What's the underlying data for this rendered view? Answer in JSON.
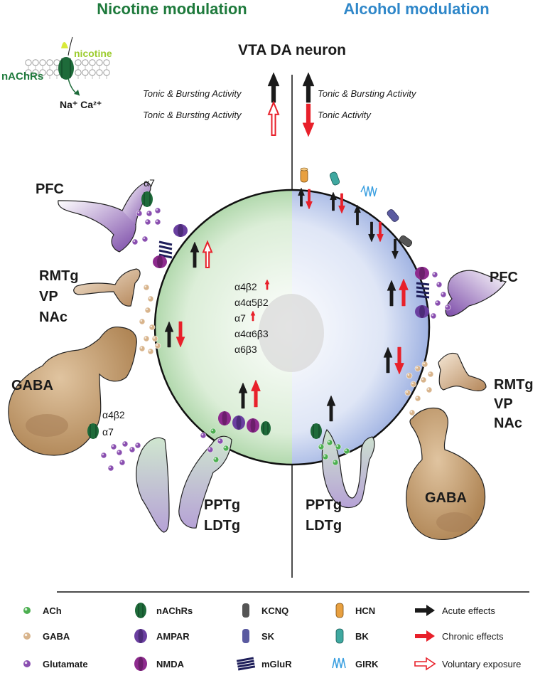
{
  "titles": {
    "nicotine": "Nicotine modulation",
    "alcohol": "Alcohol modulation",
    "neuron": "VTA DA neuron"
  },
  "inset": {
    "nicotine_label": "nicotine",
    "receptor_label": "nAChRs",
    "ions_label": "Na⁺ Ca²⁺"
  },
  "activity": {
    "nic_acute": "Tonic & Bursting Activity",
    "nic_voluntary": "Tonic & Bursting Activity",
    "alc_acute": "Tonic & Bursting Activity",
    "alc_chronic": "Tonic Activity"
  },
  "regions": {
    "pfc_left": "PFC",
    "rmtg_left": [
      "RMTg",
      "VP",
      "NAc"
    ],
    "gaba_left": "GABA",
    "pptg_left": [
      "PPTg",
      "LDTg"
    ],
    "pfc_right": "PFC",
    "rmtg_right": [
      "RMTg",
      "VP",
      "NAc"
    ],
    "gaba_right": "GABA",
    "pptg_right": [
      "PPTg",
      "LDTg"
    ]
  },
  "subunits": {
    "alpha7_top": "α7",
    "gaba_sub1": "α4β2",
    "gaba_sub2": "α7",
    "inside": [
      "α4β2",
      "α4α5β2",
      "α7",
      "α4α6β3",
      "α6β3"
    ]
  },
  "legend": [
    {
      "label": "ACh",
      "icon": "ach-dot-icon"
    },
    {
      "label": "GABA",
      "icon": "gaba-dot-icon"
    },
    {
      "label": "Glutamate",
      "icon": "glutamate-dot-icon"
    },
    {
      "label": "nAChRs",
      "icon": "nachr-channel-icon"
    },
    {
      "label": "AMPAR",
      "icon": "ampar-channel-icon"
    },
    {
      "label": "NMDA",
      "icon": "nmda-channel-icon"
    },
    {
      "label": "KCNQ",
      "icon": "kcnq-channel-icon"
    },
    {
      "label": "SK",
      "icon": "sk-channel-icon"
    },
    {
      "label": "mGluR",
      "icon": "mglur-receptor-icon"
    },
    {
      "label": "HCN",
      "icon": "hcn-channel-icon"
    },
    {
      "label": "BK",
      "icon": "bk-channel-icon"
    },
    {
      "label": "GIRK",
      "icon": "girk-channel-icon"
    },
    {
      "label": "Acute effects",
      "icon": "black-arrow-icon"
    },
    {
      "label": "Chronic effects",
      "icon": "red-arrow-icon"
    },
    {
      "label": "Voluntary exposure",
      "icon": "hollow-arrow-icon"
    }
  ],
  "colors": {
    "nicotine_title": "#1e7a3c",
    "alcohol_title": "#2f87c9",
    "acute": "#1a1a1a",
    "chronic": "#e8202a",
    "ach": "#4caf50",
    "gaba": "#d8b48c",
    "glutamate": "#8a4fb0",
    "nachr": "#1e6b3a",
    "ampar": "#6a3fa0",
    "nmda": "#8e2b8e",
    "kcnq": "#555555",
    "sk": "#5a5aa0",
    "mglur": "#1e1e5a",
    "hcn": "#e8a040",
    "bk": "#3fa8a0",
    "girk": "#3a9fe0"
  }
}
